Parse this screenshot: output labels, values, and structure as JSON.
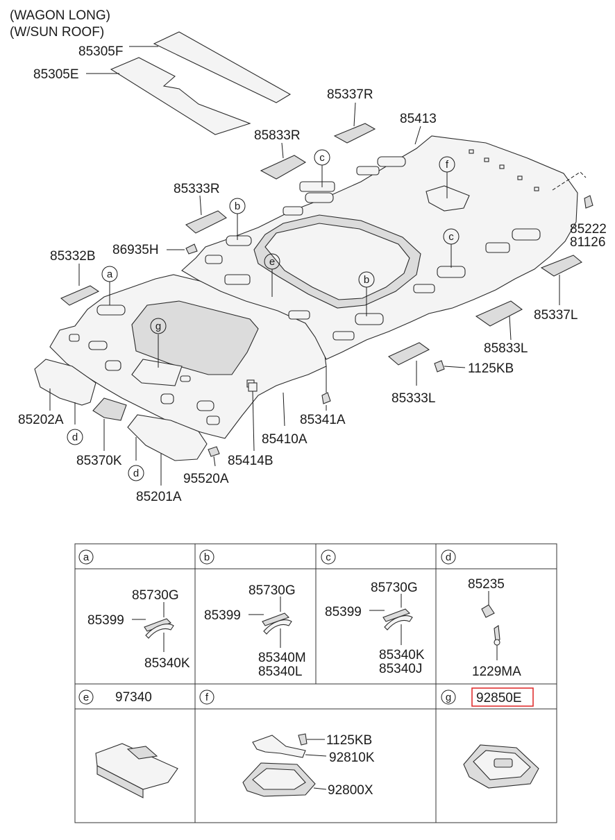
{
  "header": {
    "line1": "(WAGON LONG)",
    "line2": "(W/SUN ROOF)"
  },
  "main_parts": [
    {
      "id": "p_85305F",
      "label": "85305F"
    },
    {
      "id": "p_85305E",
      "label": "85305E"
    },
    {
      "id": "p_85337R",
      "label": "85337R"
    },
    {
      "id": "p_85413",
      "label": "85413"
    },
    {
      "id": "p_85833R",
      "label": "85833R"
    },
    {
      "id": "p_85333R",
      "label": "85333R"
    },
    {
      "id": "p_86935H",
      "label": "86935H"
    },
    {
      "id": "p_85222",
      "label": "85222"
    },
    {
      "id": "p_81126",
      "label": "81126"
    },
    {
      "id": "p_85332B",
      "label": "85332B"
    },
    {
      "id": "p_85337L",
      "label": "85337L"
    },
    {
      "id": "p_85833L",
      "label": "85833L"
    },
    {
      "id": "p_1125KB",
      "label": "1125KB"
    },
    {
      "id": "p_85333L",
      "label": "85333L"
    },
    {
      "id": "p_85202A",
      "label": "85202A"
    },
    {
      "id": "p_85341A",
      "label": "85341A"
    },
    {
      "id": "p_85410A",
      "label": "85410A"
    },
    {
      "id": "p_85370K",
      "label": "85370K"
    },
    {
      "id": "p_85414B",
      "label": "85414B"
    },
    {
      "id": "p_95520A",
      "label": "95520A"
    },
    {
      "id": "p_85201A",
      "label": "85201A"
    }
  ],
  "callouts": [
    "a",
    "b",
    "b",
    "c",
    "c",
    "d",
    "d",
    "e",
    "f",
    "g"
  ],
  "table": {
    "cells": [
      {
        "letter": "a",
        "title": "",
        "parts": [
          "85730G",
          "85399",
          "85340K"
        ]
      },
      {
        "letter": "b",
        "title": "",
        "parts": [
          "85730G",
          "85399",
          "85340M",
          "85340L"
        ]
      },
      {
        "letter": "c",
        "title": "",
        "parts": [
          "85730G",
          "85399",
          "85340K",
          "85340J"
        ]
      },
      {
        "letter": "d",
        "title": "",
        "parts": [
          "85235",
          "1229MA"
        ]
      },
      {
        "letter": "e",
        "title": "97340",
        "parts": []
      },
      {
        "letter": "f",
        "title": "",
        "parts": [
          "1125KB",
          "92810K",
          "92800X"
        ]
      },
      {
        "letter": "g",
        "title": "92850E",
        "parts": []
      }
    ],
    "highlight_color": "#e03030"
  }
}
